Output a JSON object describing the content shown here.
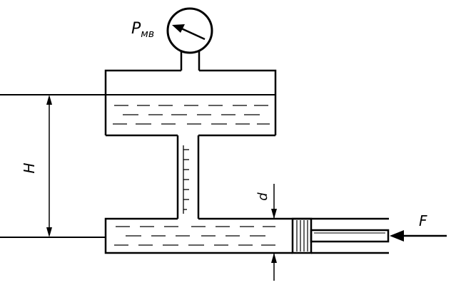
{
  "labels": {
    "pressure_gauge": "P",
    "pressure_gauge_subscript": "мв",
    "height": "H",
    "diameter": "d",
    "force": "F"
  }
}
